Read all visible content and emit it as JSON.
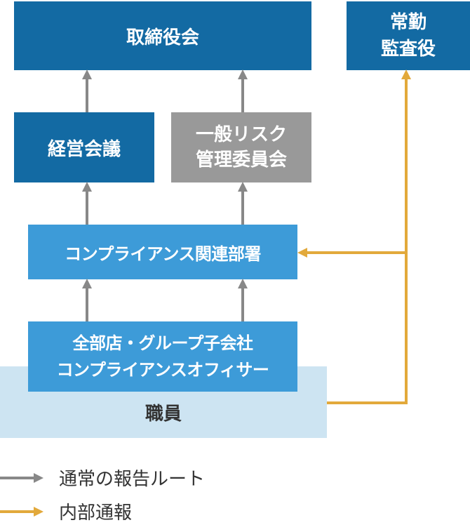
{
  "nodes": {
    "board": "取締役会",
    "auditor_line1": "常勤",
    "auditor_line2": "監査役",
    "management": "経営会議",
    "risk_line1": "一般リスク",
    "risk_line2": "管理委員会",
    "compliance_dept": "コンプライアンス関連部署",
    "branch_line1": "全部店・グループ子会社",
    "branch_line2": "コンプライアンスオフィサー",
    "staff": "職員"
  },
  "legend": {
    "normal_route": "通常の報告ルート",
    "internal_report": "内部通報"
  },
  "colors": {
    "dark_blue": "#136aa3",
    "gray": "#999999",
    "mid_blue": "#3d9bd8",
    "pale_blue": "#cde4f2",
    "arrow_gray": "#888888",
    "arrow_orange": "#e2a93b"
  }
}
